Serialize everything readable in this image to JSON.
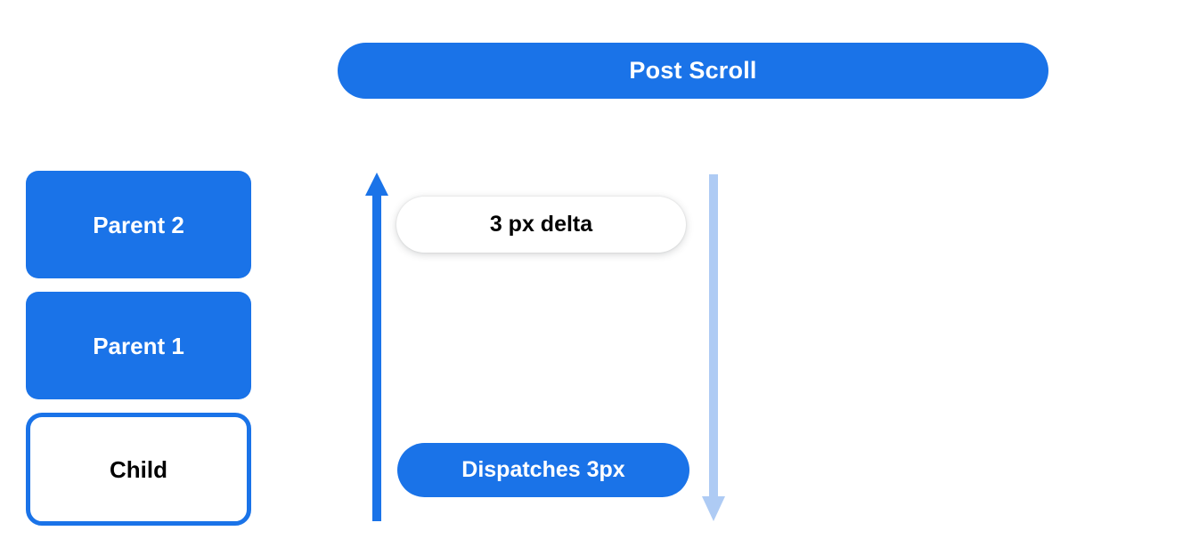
{
  "header": {
    "title": "Post Scroll"
  },
  "colors": {
    "primary_blue": "#1a73e8",
    "light_blue": "#aecbf4",
    "white": "#ffffff",
    "black": "#000000"
  },
  "stack": {
    "boxes": [
      {
        "label": "Parent 2",
        "style": "filled"
      },
      {
        "label": "Parent 1",
        "style": "filled"
      },
      {
        "label": "Child",
        "style": "outlined"
      }
    ]
  },
  "arrows": [
    {
      "name": "scroll-up-arrow",
      "direction": "up",
      "color": "#1a73e8"
    },
    {
      "name": "scroll-down-arrow",
      "direction": "down",
      "color": "#aecbf4"
    }
  ],
  "annotations": {
    "delta": "3 px delta",
    "dispatch": "Dispatches 3px"
  }
}
